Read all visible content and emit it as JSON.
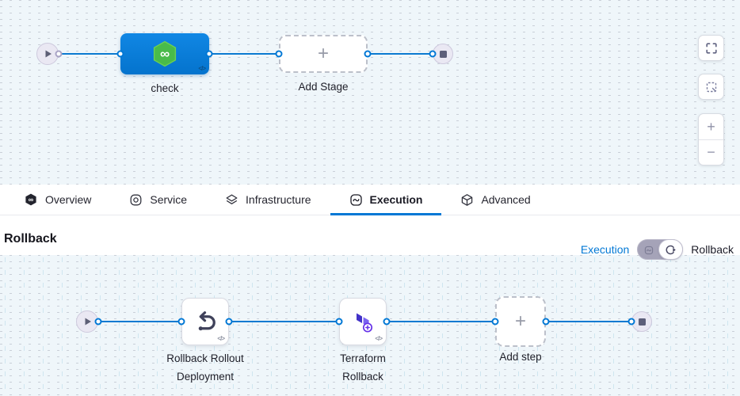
{
  "brand": {
    "infinity_glyph": "∞"
  },
  "top": {
    "stage_label": "check",
    "add_stage_label": "Add Stage",
    "plus_glyph": "+",
    "code_glyph": "</>",
    "zoom_in_glyph": "+",
    "zoom_out_glyph": "−"
  },
  "tabs": [
    {
      "label": "Overview",
      "active": false
    },
    {
      "label": "Service",
      "active": false
    },
    {
      "label": "Infrastructure",
      "active": false
    },
    {
      "label": "Execution",
      "active": true
    },
    {
      "label": "Advanced",
      "active": false
    }
  ],
  "section": {
    "title": "Rollback",
    "mode_left": "Execution",
    "mode_right": "Rollback",
    "selected_mode": "Rollback"
  },
  "bottom": {
    "step1_line1": "Rollback Rollout",
    "step1_line2": "Deployment",
    "step2_line1": "Terraform",
    "step2_line2": "Rollback",
    "add_step_label": "Add step",
    "plus_glyph": "+",
    "code_glyph": "</>"
  },
  "colors": {
    "accent_blue": "#0278d5",
    "canvas_bg": "#eff6fa",
    "stage_blue": "#0b80dd",
    "harness_green": "#49bb4a",
    "terraform_dark": "#4232c8",
    "terraform_light": "#7a64f0",
    "toggle_track": "#a5a3b8"
  }
}
